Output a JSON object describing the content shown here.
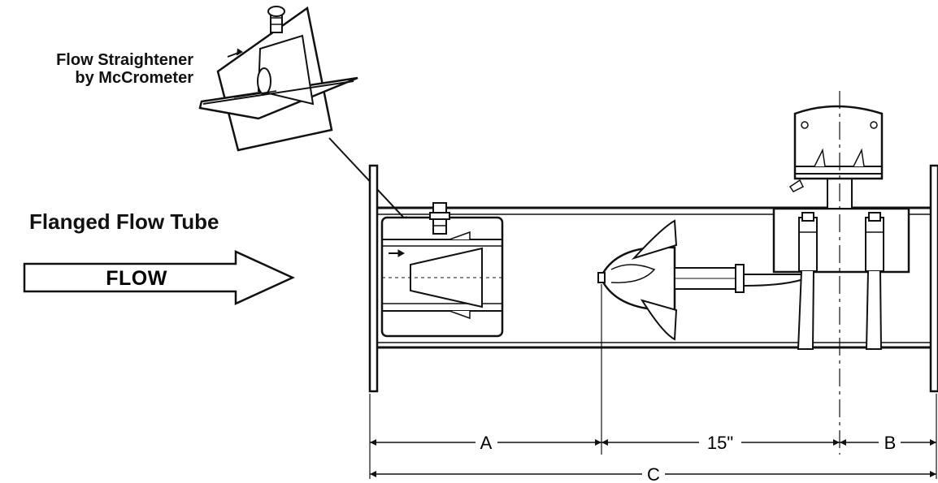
{
  "labels": {
    "straightener_line1": "Flow Straightener",
    "straightener_line2": "by McCrometer",
    "flanged_flow_tube": "Flanged Flow Tube",
    "flow_arrow": "FLOW"
  },
  "dimensions": {
    "a": "A",
    "fifteen": "15\"",
    "b": "B",
    "c": "C"
  },
  "colors": {
    "ink": "#111111",
    "background": "#ffffff"
  }
}
